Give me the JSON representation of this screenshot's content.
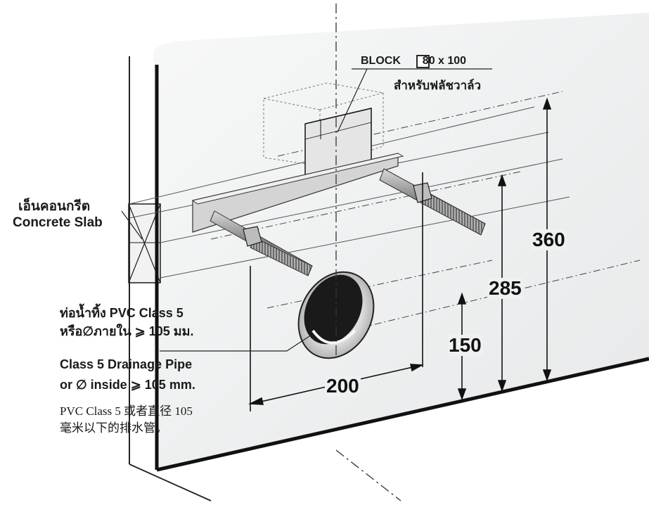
{
  "labels": {
    "block_line1": "BLOCK",
    "block_dims": "80 x 100",
    "block_line2": "สำหรับฟลัชวาล์ว",
    "slab_th": "เอ็นคอนกรีต",
    "slab_en": "Concrete Slab",
    "pipe_th_1": "ท่อน้ำทิ้ง PVC Class 5",
    "pipe_th_2": "หรือ∅ภายใน ⩾ 105 มม.",
    "pipe_en_1": "Class 5 Drainage Pipe",
    "pipe_en_2": "or ∅ inside ⩾ 105 mm.",
    "pipe_zh_1": "PVC Class 5 或者直径 105",
    "pipe_zh_2": "毫米以下的排水管。"
  },
  "dimensions": {
    "width": "200",
    "height_pipe": "150",
    "height_bolts": "285",
    "height_block": "360"
  }
}
